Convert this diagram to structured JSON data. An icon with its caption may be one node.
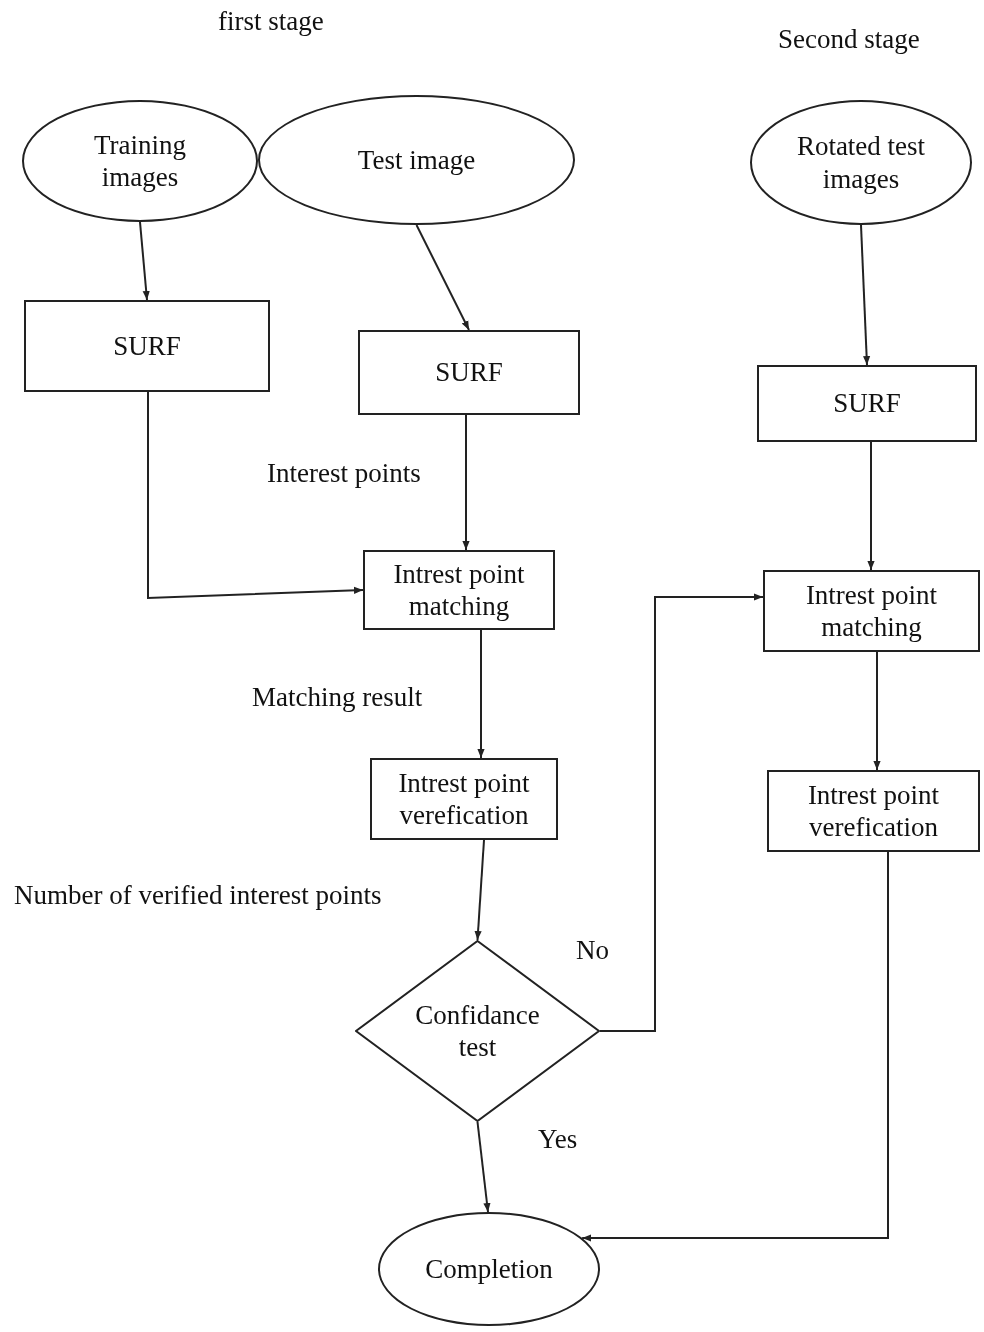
{
  "diagram": {
    "nodes": [
      {
        "text": [
          "Training images"
        ]
      },
      {
        "text": [
          "Test image"
        ]
      },
      {
        "text": [
          "Rotated test images"
        ]
      },
      {
        "text": [
          "SURF"
        ]
      },
      {
        "text": [
          "SURF"
        ]
      },
      {
        "text": [
          "SURF"
        ]
      },
      {
        "text": [
          "Intrest point matching"
        ]
      },
      {
        "text": [
          "Intrest point matching"
        ]
      },
      {
        "text": [
          "Intrest point verefication"
        ]
      },
      {
        "text": [
          "Intrest point verefication"
        ]
      },
      {
        "text": [
          "Confidance test"
        ]
      },
      {
        "text": [
          "Completion"
        ]
      }
    ],
    "edges": [
      {
        "from": 0,
        "to": 3,
        "arrow": "to"
      },
      {
        "from": 1,
        "to": 4,
        "arrow": "to"
      },
      {
        "from": 2,
        "to": 5,
        "arrow": "to"
      },
      {
        "from": 3,
        "to": 6,
        "arrow": "to"
      },
      {
        "from": 4,
        "to": 6,
        "arrow": "to",
        "label": "Interest points"
      },
      {
        "from": 6,
        "to": 8,
        "arrow": "to",
        "label": "Matching result"
      },
      {
        "from": 8,
        "to": 10,
        "arrow": "to",
        "label": "Number of verified interest points"
      },
      {
        "from": 10,
        "to": 11,
        "arrow": "to",
        "label": "Yes"
      },
      {
        "from": 10,
        "to": 7,
        "arrow": "to",
        "label": "No"
      },
      {
        "from": 5,
        "to": 7,
        "arrow": "to"
      },
      {
        "from": 7,
        "to": 9,
        "arrow": "to"
      },
      {
        "from": 9,
        "to": 11,
        "arrow": "to"
      }
    ],
    "labels": [
      "first stage",
      "Second stage"
    ]
  }
}
